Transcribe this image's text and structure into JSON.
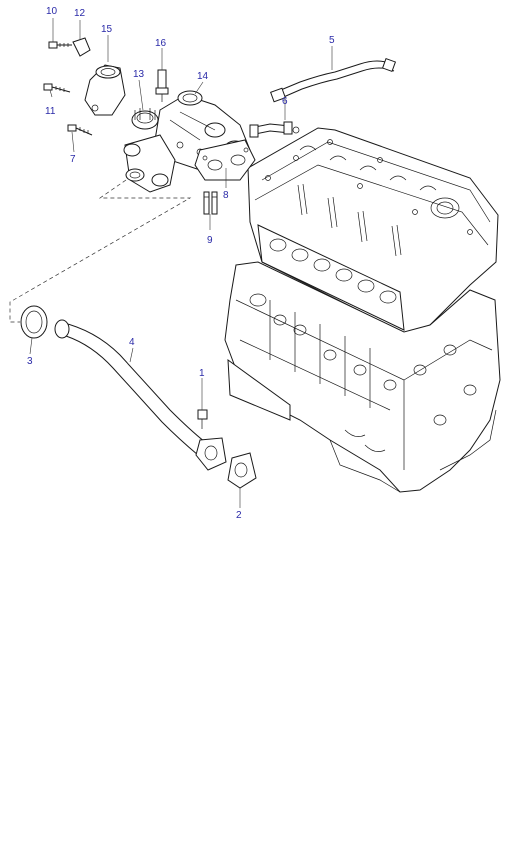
{
  "callouts": {
    "c1": "1",
    "c2": "2",
    "c3": "3",
    "c4": "4",
    "c5": "5",
    "c6": "6",
    "c7": "7",
    "c8": "8",
    "c9": "9",
    "c10": "10",
    "c11": "11",
    "c12": "12",
    "c13": "13",
    "c14": "14",
    "c15": "15",
    "c16": "16"
  },
  "colors": {
    "callout_text": "#2a2aa8",
    "line": "#1a1a1a",
    "background": "#ffffff"
  }
}
